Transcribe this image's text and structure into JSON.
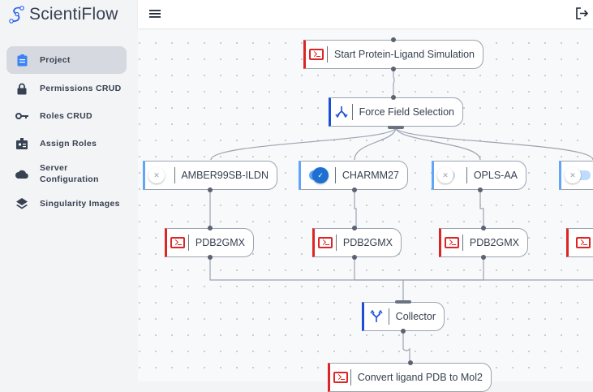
{
  "app": {
    "name": "ScientiFlow"
  },
  "sidebar": {
    "items": [
      {
        "label": "Project",
        "icon": "clipboard-icon",
        "active": true
      },
      {
        "label": "Permissions CRUD",
        "icon": "lock-icon"
      },
      {
        "label": "Roles CRUD",
        "icon": "key-icon"
      },
      {
        "label": "Assign Roles",
        "icon": "badge-icon"
      },
      {
        "label": "Server Configuration",
        "icon": "cloud-icon"
      },
      {
        "label": "Singularity Images",
        "icon": "layers-icon"
      }
    ]
  },
  "header": {
    "menu_icon": "hamburger-icon",
    "logout_icon": "logout-icon"
  },
  "flow": {
    "start": "Start Protein-Ligand Simulation",
    "selection": "Force Field Selection",
    "options": [
      {
        "label": "AMBER99SB-ILDN",
        "enabled": false
      },
      {
        "label": "CHARMM27",
        "enabled": true
      },
      {
        "label": "OPLS-AA",
        "enabled": false
      }
    ],
    "pdb": [
      "PDB2GMX",
      "PDB2GMX",
      "PDB2GMX"
    ],
    "collector": "Collector",
    "convert": "Convert ligand PDB to Mol2",
    "colors": {
      "command": "#dc2626",
      "control": "#1d4ed8",
      "option": "#60a5fa"
    }
  }
}
